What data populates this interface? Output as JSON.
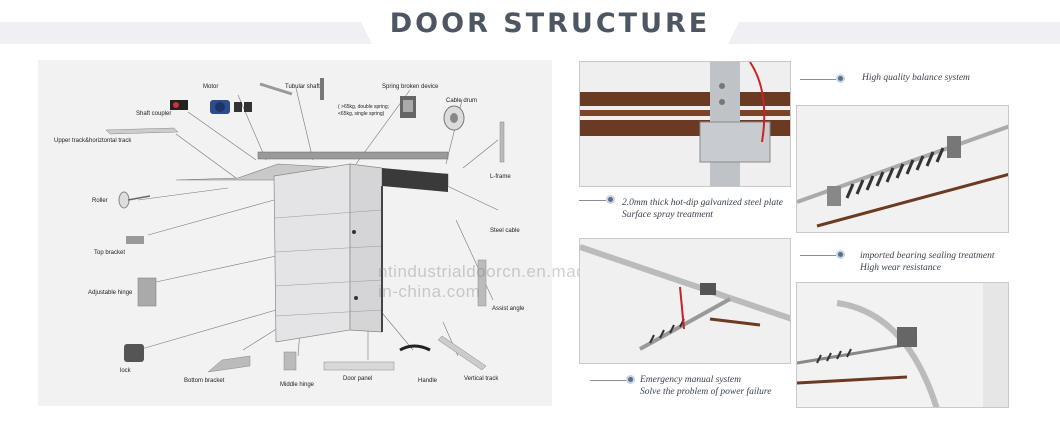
{
  "header": {
    "title": "DOOR STRUCTURE"
  },
  "watermark": "ntindustrialdoorcn.en.made-in-china.com",
  "diagram": {
    "labels": {
      "motor": "Motor",
      "tubular_shaft": "Tubular shaft",
      "spring_broken_device": "Spring broken device",
      "spring_note_1": "( >65kg, double spring;",
      "spring_note_2": "<65kg, single spring)",
      "shaft_coupler": "Shaft coupler",
      "cable_drum": "Cable drum",
      "upper_track": "Upper track&horiztontal track",
      "l_frame": "L-frame",
      "roller": "Roller",
      "steel_cable": "Steel cable",
      "top_bracket": "Top bracket",
      "adjustable_hinge": "Adjustable hinge",
      "assist_angle": "Assist angle",
      "lock": "lock",
      "bottom_bracket": "Bottom bracket",
      "middle_hinge": "Middle hinge",
      "door_panel": "Door panel",
      "handle": "Handle",
      "vertical_track": "Vertical track"
    }
  },
  "features": [
    {
      "line1": "High quality balance system",
      "line2": ""
    },
    {
      "line1": "2.0mm thick hot-dip galvanized steel plate",
      "line2": "Surface spray treatment"
    },
    {
      "line1": "imported bearing sealing treatment",
      "line2": "High wear resistance"
    },
    {
      "line1": "Emergency manual system",
      "line2": "Solve the problem of power failure"
    }
  ],
  "colors": {
    "title": "#4d5763",
    "accent_dot": "#5a6f8c",
    "panel_bg": "#f2f2f3",
    "wood": "#6b3a22"
  }
}
